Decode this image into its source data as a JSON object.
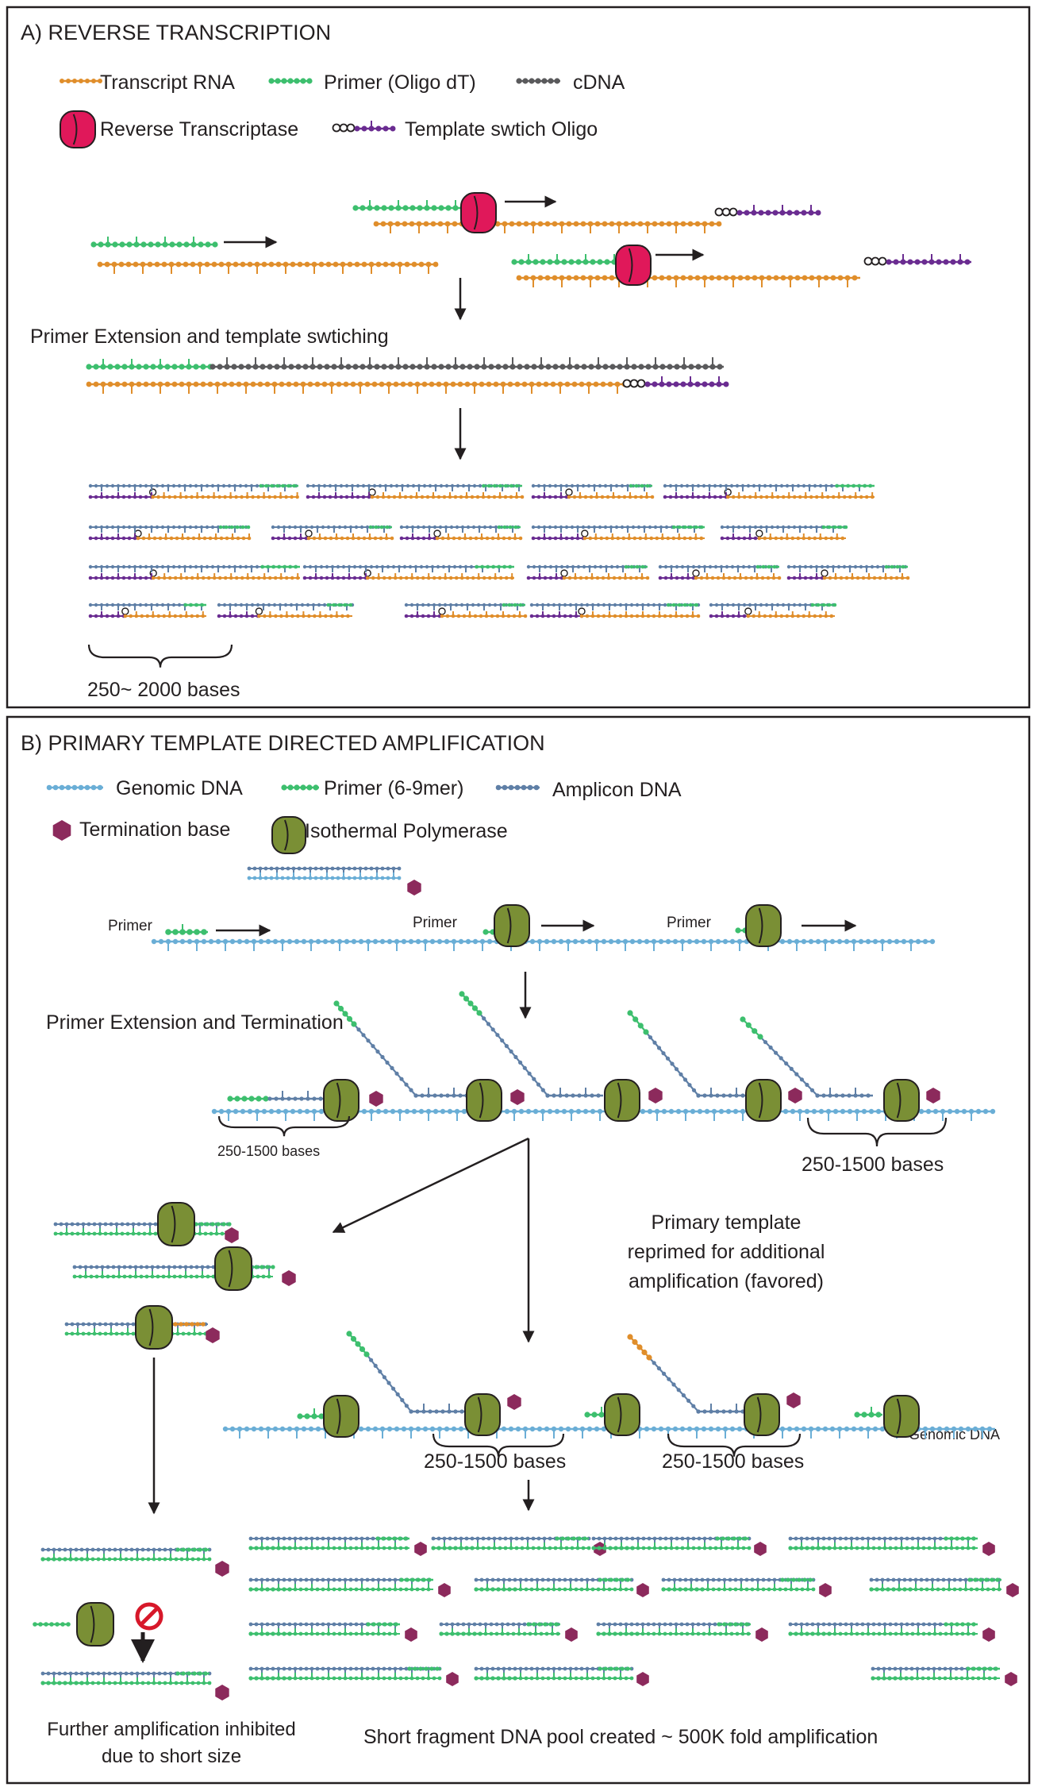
{
  "colors": {
    "rna": "#e08e2b",
    "primer": "#3dbf6e",
    "cdna": "#5a5a5c",
    "tso": "#6a2c91",
    "rt_enzyme": "#e0185a",
    "genomic": "#6aaed6",
    "amplicon": "#5f7fa6",
    "termination": "#8c2a5c",
    "polymerase": "#7a8f35",
    "inhibit": "#d7182a",
    "frame": "#231f20"
  },
  "panel_a": {
    "title": "A) REVERSE TRANSCRIPTION",
    "legend": [
      {
        "label": "Transcript RNA",
        "icon": "rna-strand-icon"
      },
      {
        "label": "Primer (Oligo dT)",
        "icon": "primer-strand-icon"
      },
      {
        "label": "cDNA",
        "icon": "cdna-strand-icon"
      },
      {
        "label": "Reverse Transcriptase",
        "icon": "reverse-transcriptase-icon"
      },
      {
        "label": "Template swtich Oligo",
        "icon": "template-switch-oligo-icon"
      }
    ],
    "step_extension": "Primer Extension and template swtiching",
    "size_label": "250~ 2000 bases"
  },
  "panel_b": {
    "title": "B) PRIMARY TEMPLATE DIRECTED AMPLIFICATION",
    "legend": [
      {
        "label": "Genomic DNA",
        "icon": "genomic-dna-strand-icon"
      },
      {
        "label": "Primer (6-9mer)",
        "icon": "primer-strand-icon"
      },
      {
        "label": "Amplicon DNA",
        "icon": "amplicon-dna-strand-icon"
      },
      {
        "label": "Termination base",
        "icon": "termination-base-icon"
      },
      {
        "label": "Isothermal Polymerase",
        "icon": "polymerase-icon"
      }
    ],
    "primer_label": "Primer",
    "step_extension": "Primer Extension and Termination",
    "size_small": "250-1500 bases",
    "size_large": "250-1500 bases",
    "reprime_lines": [
      "Primary template",
      "reprimed for additional",
      "amplification (favored)"
    ],
    "genomic_dna_label": "Genomic DNA",
    "inhibited_lines": [
      "Further amplification inhibited",
      "due to short size"
    ],
    "pool_label": "Short fragment DNA pool created ~ 500K fold amplification"
  }
}
